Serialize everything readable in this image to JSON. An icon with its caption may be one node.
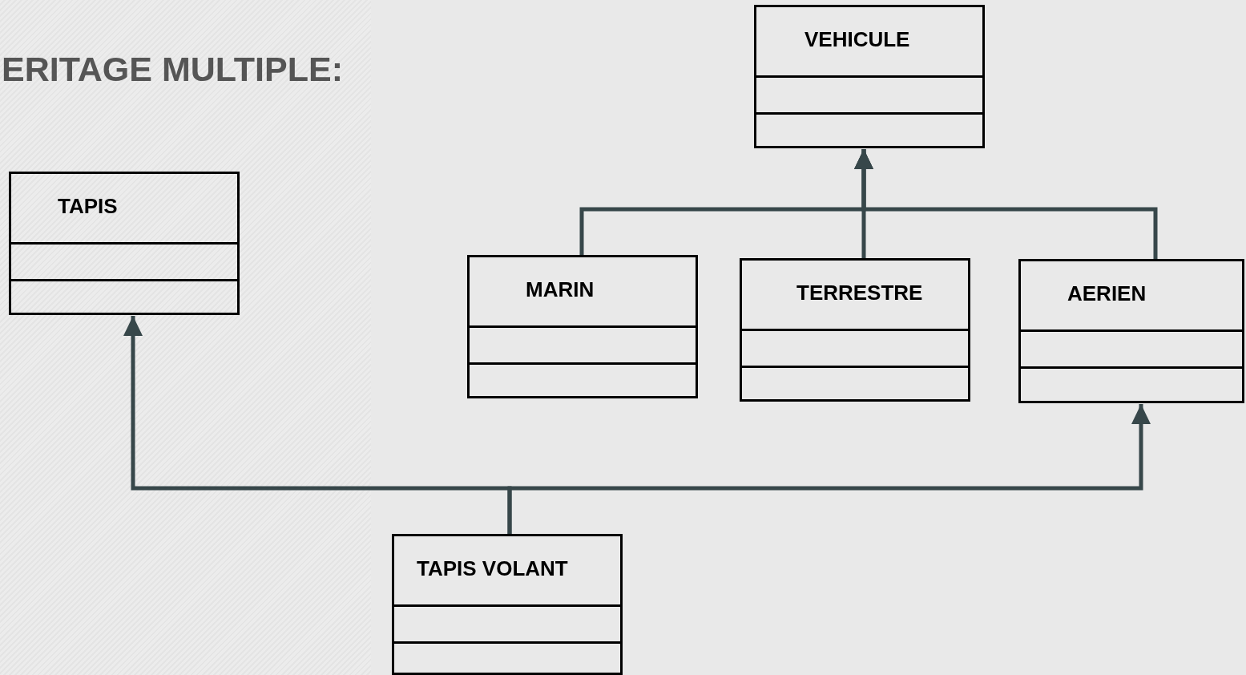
{
  "diagram": {
    "title": "ERITAGE MULTIPLE:",
    "nodes": [
      {
        "text": [
          "TAPIS"
        ]
      },
      {
        "text": [
          "VEHICULE"
        ]
      },
      {
        "text": [
          "MARIN"
        ]
      },
      {
        "text": [
          "TERRESTRE"
        ]
      },
      {
        "text": [
          "AERIEN"
        ]
      },
      {
        "text": [
          "TAPIS VOLANT"
        ]
      }
    ],
    "edges": [
      {
        "from": 2,
        "to": 1,
        "arrow": "to"
      },
      {
        "from": 3,
        "to": 1,
        "arrow": "to"
      },
      {
        "from": 4,
        "to": 1,
        "arrow": "to"
      },
      {
        "from": 5,
        "to": 0,
        "arrow": "to"
      },
      {
        "from": 5,
        "to": 4,
        "arrow": "to"
      }
    ]
  }
}
